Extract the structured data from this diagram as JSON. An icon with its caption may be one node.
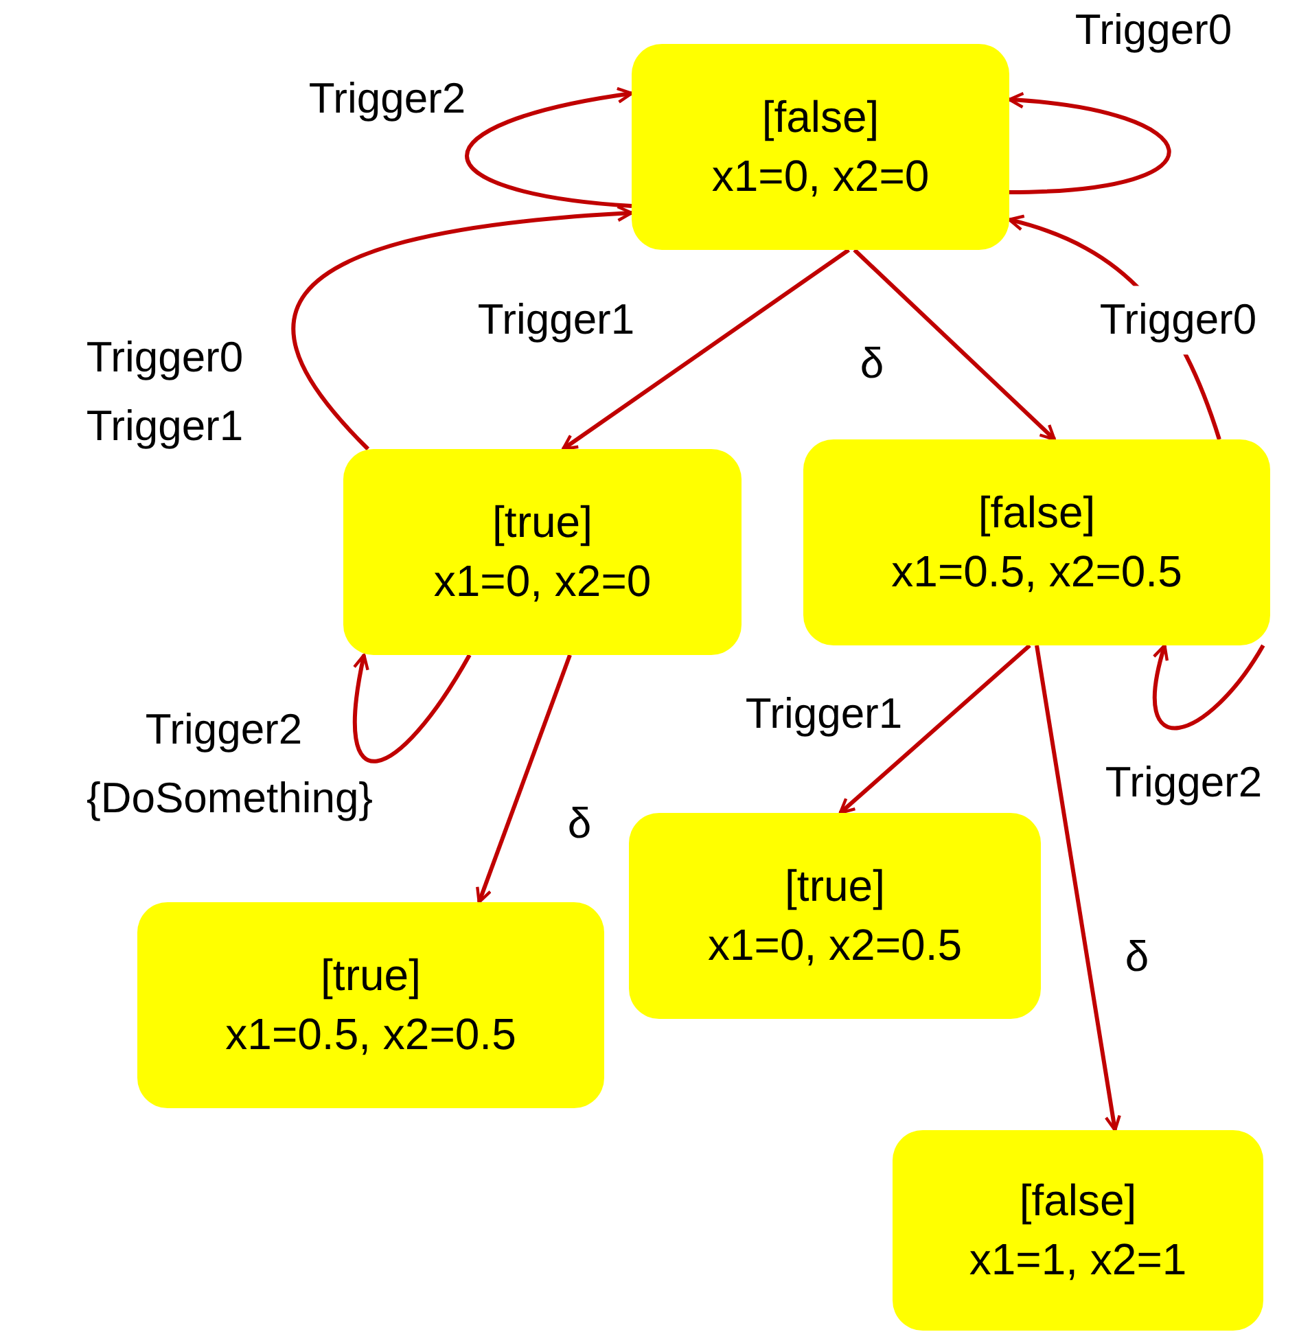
{
  "diagram": {
    "nodes": [
      {
        "text": [
          "[false]",
          "x1=0, x2=0"
        ]
      },
      {
        "text": [
          "[true]",
          "x1=0, x2=0"
        ]
      },
      {
        "text": [
          "[false]",
          "x1=0.5, x2=0.5"
        ]
      },
      {
        "text": [
          "[true]",
          "x1=0.5, x2=0.5"
        ]
      },
      {
        "text": [
          "[true]",
          "x1=0, x2=0.5"
        ]
      },
      {
        "text": [
          "[false]",
          "x1=1, x2=1"
        ]
      }
    ],
    "edges": [
      {
        "from": 0,
        "to": 0,
        "arrow": "to",
        "label": "Trigger2"
      },
      {
        "from": 0,
        "to": 0,
        "arrow": "to",
        "label": "Trigger0"
      },
      {
        "from": 0,
        "to": 1,
        "arrow": "to",
        "label": "Trigger1"
      },
      {
        "from": 0,
        "to": 2,
        "arrow": "to",
        "label": "δ"
      },
      {
        "from": 1,
        "to": 0,
        "arrow": "to",
        "label": "Trigger0 Trigger1"
      },
      {
        "from": 2,
        "to": 0,
        "arrow": "to",
        "label": "Trigger0"
      },
      {
        "from": 1,
        "to": 1,
        "arrow": "to",
        "label": "Trigger2 {DoSomething}"
      },
      {
        "from": 1,
        "to": 3,
        "arrow": "to",
        "label": "δ"
      },
      {
        "from": 2,
        "to": 2,
        "arrow": "to",
        "label": "Trigger2"
      },
      {
        "from": 2,
        "to": 4,
        "arrow": "to",
        "label": "Trigger1"
      },
      {
        "from": 2,
        "to": 5,
        "arrow": "to",
        "label": "δ"
      }
    ]
  }
}
